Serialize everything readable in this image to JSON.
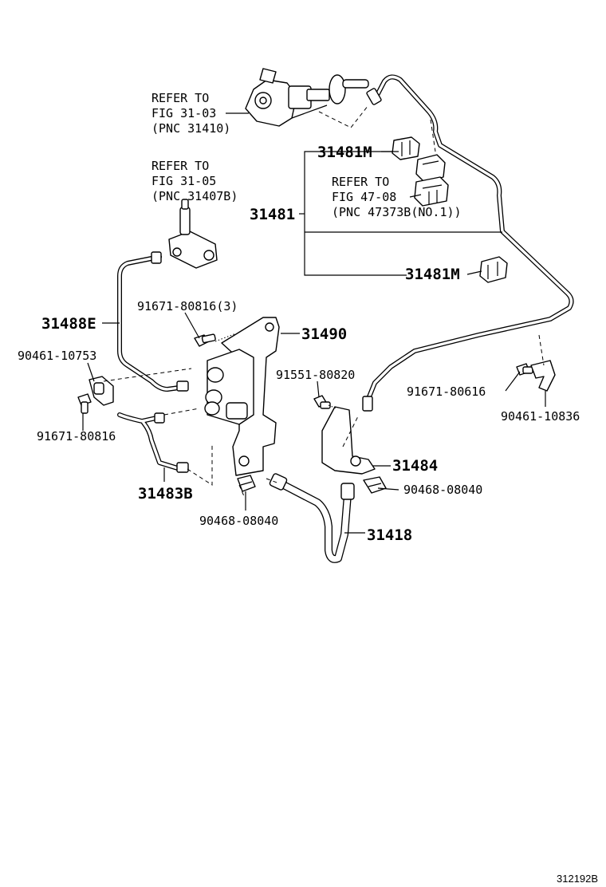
{
  "diagram": {
    "refs": {
      "ref1": {
        "l1": "REFER TO",
        "l2": "FIG 31-03",
        "l3": "(PNC 31410)"
      },
      "ref2": {
        "l1": "REFER TO",
        "l2": "FIG 31-05",
        "l3": "(PNC 31407B)"
      },
      "ref3": {
        "l1": "REFER TO",
        "l2": "FIG 47-08",
        "l3": "(PNC 47373B(NO.1))"
      }
    },
    "parts": {
      "p31481M_top": "31481M",
      "p31481": "31481",
      "p31481M_bot": "31481M",
      "p31488E": "31488E",
      "p91671_80816_3": "91671-80816(3)",
      "p31490": "31490",
      "p90461_10753": "90461-10753",
      "p91551_80820": "91551-80820",
      "p91671_80616": "91671-80616",
      "p90461_10836": "90461-10836",
      "p91671_80816": "91671-80816",
      "p31484": "31484",
      "p31483B": "31483B",
      "p90468_08040_right": "90468-08040",
      "p90468_08040_bottom": "90468-08040",
      "p31418": "31418"
    },
    "footer_code": "312192B"
  }
}
